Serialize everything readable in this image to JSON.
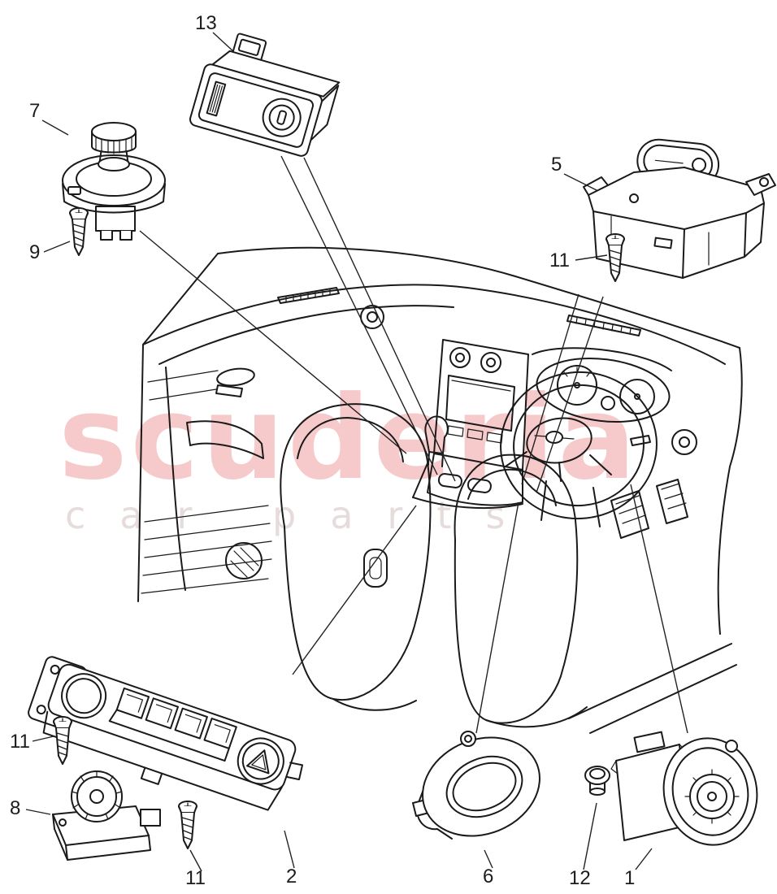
{
  "page": {
    "background": "#ffffff",
    "line_color": "#1a1a1a"
  },
  "watermark": {
    "line1": "scuderia",
    "line2": "car parts",
    "color_primary": "#f6caca",
    "color_secondary": "#e6dcdc"
  },
  "callouts": [
    {
      "label": "13"
    },
    {
      "label": "7"
    },
    {
      "label": "9"
    },
    {
      "label": "5"
    },
    {
      "label": "11"
    },
    {
      "label": "11"
    },
    {
      "label": "8"
    },
    {
      "label": "11"
    },
    {
      "label": "2"
    },
    {
      "label": "6"
    },
    {
      "label": "12"
    },
    {
      "label": "1"
    }
  ]
}
